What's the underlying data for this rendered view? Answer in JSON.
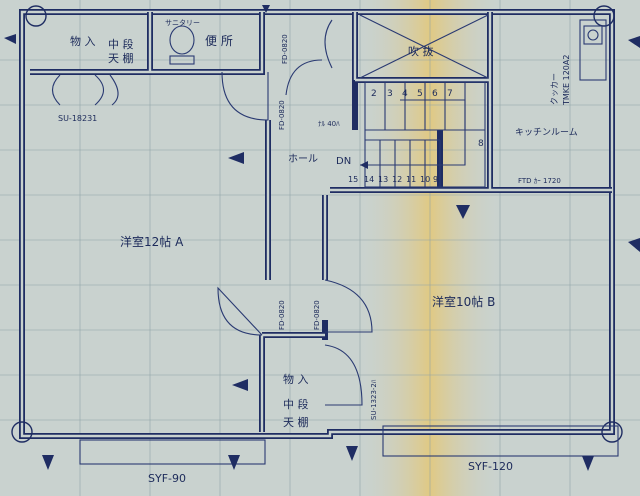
{
  "rooms": {
    "storage_top_left": {
      "l1": "物 入",
      "l2": "中 段",
      "l3": "天 棚"
    },
    "toilet": {
      "label": "便 所",
      "fixture": "サニタリー"
    },
    "entrance_hall": {
      "label": "吹 抜"
    },
    "kitchen": {
      "label": "キッチンルーム",
      "unit": "クッカー",
      "unit_code": "TMKE 120A2"
    },
    "hall": {
      "label": "ホール",
      "dn": "DN"
    },
    "room_a": {
      "label": "洋室12帖 A"
    },
    "room_b": {
      "label": "洋室10帖 B"
    },
    "storage_bottom": {
      "l1": "物 入",
      "l2": "中 段",
      "l3": "天 棚"
    }
  },
  "codes": {
    "su_left": "SU-18231",
    "fd_toilet": "FD-0820",
    "fd_hall_top": "FD-0820",
    "rail": "ﾅﾙ 40ﾊ",
    "ftd_kitchen": "FTD ｶｰ 1720",
    "fd_mid_left": "FD-0820",
    "fd_mid_right": "FD-0820",
    "su_bottom": "SU-1323-2ﾊ",
    "syf_left": "SYF-90",
    "syf_right": "SYF-120"
  },
  "stairs_up": [
    "2",
    "3",
    "4",
    "5",
    "6",
    "7"
  ],
  "stairs_down": [
    "15",
    "14",
    "13",
    "12",
    "11",
    "10",
    "9"
  ],
  "stair_side": "8",
  "colors": {
    "ink": "#1f2d63",
    "paper": "#c9d2cf",
    "stain": "#e8c66a"
  }
}
